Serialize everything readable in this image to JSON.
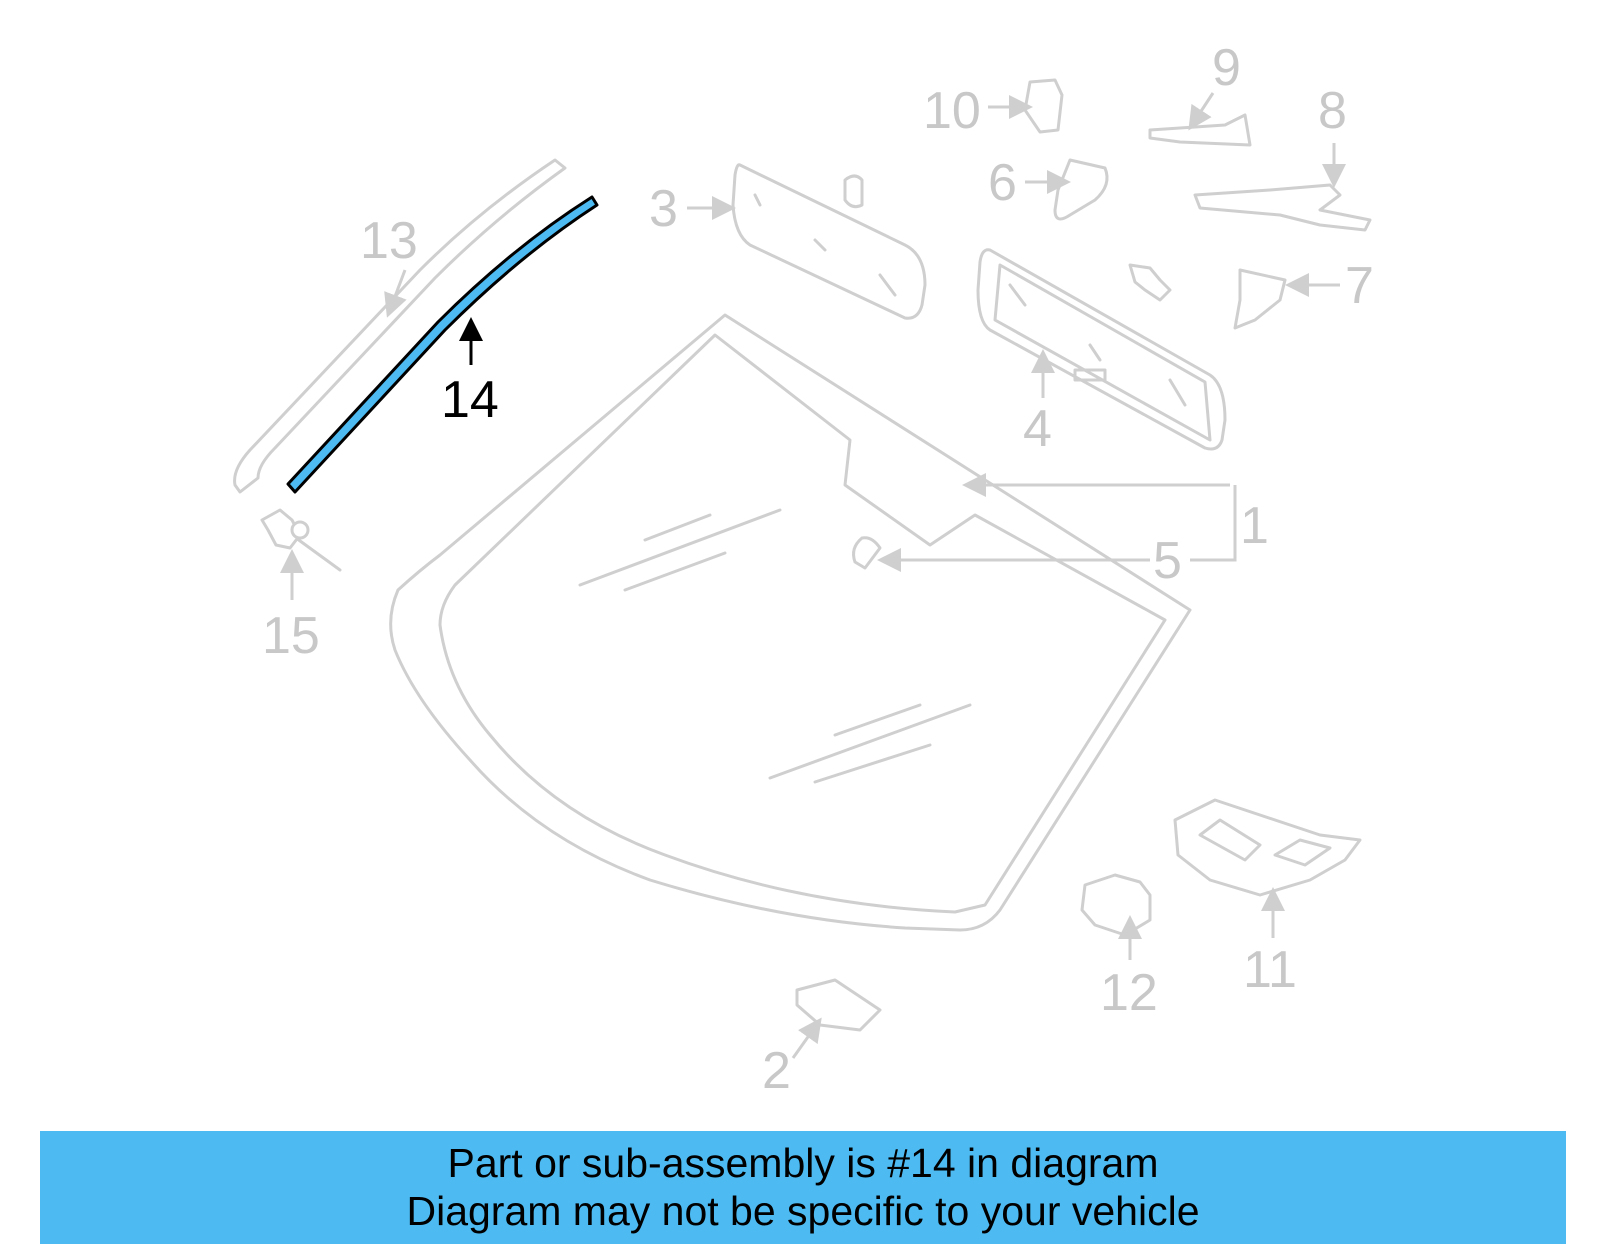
{
  "colors": {
    "banner": "#4dbbf2",
    "highlight": "#4dbbf2",
    "part_outline": "#cfcfcf",
    "callout_text": "#c8c8c8",
    "active_callout": "#000000"
  },
  "callouts": {
    "c1": "1",
    "c2": "2",
    "c3": "3",
    "c4": "4",
    "c5": "5",
    "c6": "6",
    "c7": "7",
    "c8": "8",
    "c9": "9",
    "c10": "10",
    "c11": "11",
    "c12": "12",
    "c13": "13",
    "c14": "14",
    "c15": "15"
  },
  "highlighted_part": "14",
  "banner": {
    "line1": "Part or sub-assembly is #14 in diagram",
    "line2": "Diagram may not be specific to your vehicle"
  }
}
